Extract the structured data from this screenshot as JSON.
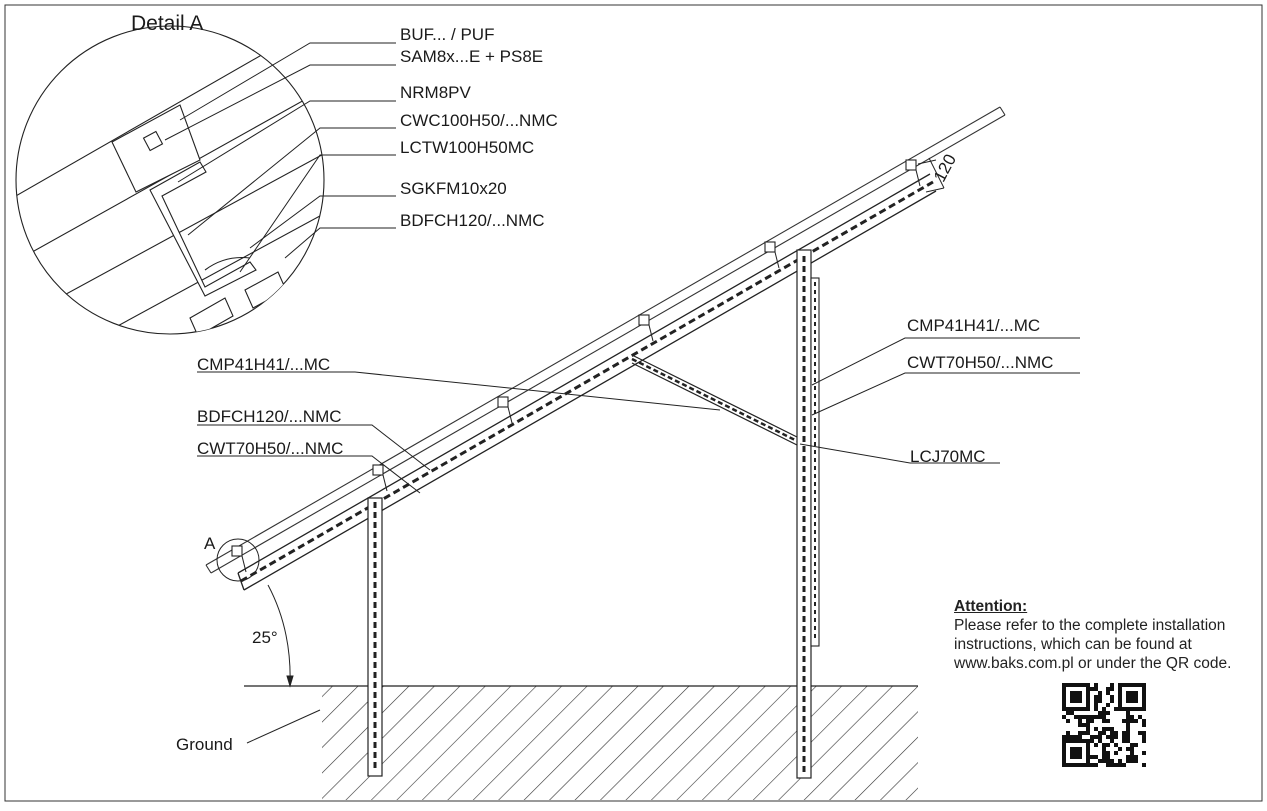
{
  "detail": {
    "title": "Detail A",
    "labels": [
      "BUF... / PUF",
      "SAM8x...E + PS8E",
      "NRM8PV",
      "CWC100H50/...NMC",
      "LCTW100H50MC",
      "SGKFM10x20",
      "BDFCH120/...NMC"
    ]
  },
  "callouts": {
    "cmp_left": "CMP41H41/...MC",
    "bdfch_left": "BDFCH120/...NMC",
    "cwt_left": "CWT70H50/...NMC",
    "cmp_right": "CMP41H41/...MC",
    "cwt_right": "CWT70H50/...NMC",
    "lcj": "LCJ70MC",
    "point_a": "A",
    "angle": "25°",
    "dimension": "120",
    "ground": "Ground"
  },
  "attention": {
    "heading": "Attention:",
    "lines": [
      "Please refer to the complete installation",
      "instructions, which can be found at",
      "www.baks.com.pl or under the QR code."
    ]
  },
  "icons": {
    "qr": "qr-code-icon"
  }
}
